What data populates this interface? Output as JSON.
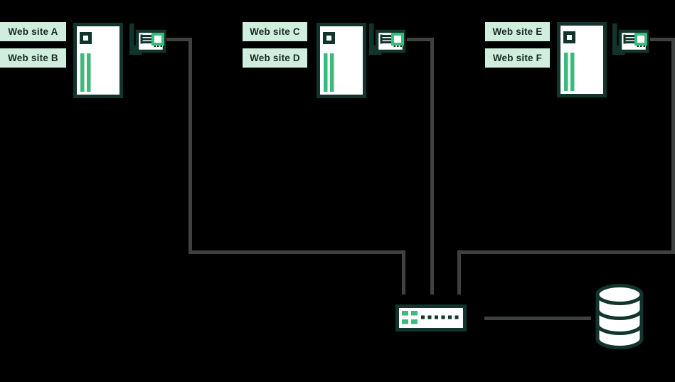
{
  "colors": {
    "bg": "#000000",
    "ink": "#11352c",
    "green": "#3cba7c",
    "mint": "#cfeede",
    "label-ink": "#1b2a26",
    "cable": "#3e4140",
    "white": "#ffffff"
  },
  "labels": {
    "site_a": "Web site A",
    "site_b": "Web site B",
    "site_c": "Web site C",
    "site_d": "Web site D",
    "site_e": "Web site E",
    "site_f": "Web site F"
  },
  "icons": {
    "server": "server-tower-icon",
    "network_card": "network-interface-card-icon",
    "switch": "ethernet-switch-icon",
    "database": "database-cylinder-icon"
  }
}
